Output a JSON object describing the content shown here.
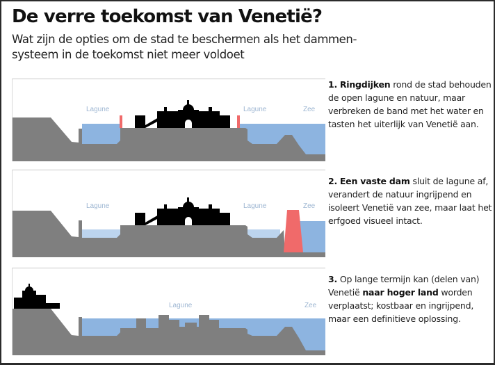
{
  "title": "De verre toekomst van Venetië?",
  "subtitle": "Wat zijn de opties om de stad te beschermen als het dammen-systeem in de toekomst niet meer voldoet",
  "colors": {
    "ground": "#7f7f7f",
    "water": "#8db4e0",
    "water_light": "#bcd4ee",
    "barrier": "#f06a6a",
    "city": "#000000",
    "label": "#9db6d2"
  },
  "options": [
    {
      "number": "1.",
      "bold": "Ringdijken",
      "text": " rond de stad behouden de open lagune en natuur, maar verbreken de band met het water en tasten het uiterlijk van Venetië aan.",
      "labels": {
        "lagune_left": "Lagune",
        "lagune_right": "Lagune",
        "zee": "Zee"
      }
    },
    {
      "number": "2.",
      "bold": "Een vaste dam",
      "text": " sluit de lagune af, verandert de natuur ingrijpend en isoleert Venetië van zee, maar laat het erfgoed visueel intact.",
      "labels": {
        "lagune_left": "Lagune",
        "lagune_right": "Lagune",
        "zee": "Zee"
      }
    },
    {
      "number": "3.",
      "pre": " Op lange termijn kan (delen van) Venetië ",
      "bold": "naar hoger land",
      "text": " worden verplaatst; kostbaar en ingrijpend, maar een definitieve oplossing.",
      "labels": {
        "lagune": "Lagune",
        "zee": "Zee"
      }
    }
  ]
}
